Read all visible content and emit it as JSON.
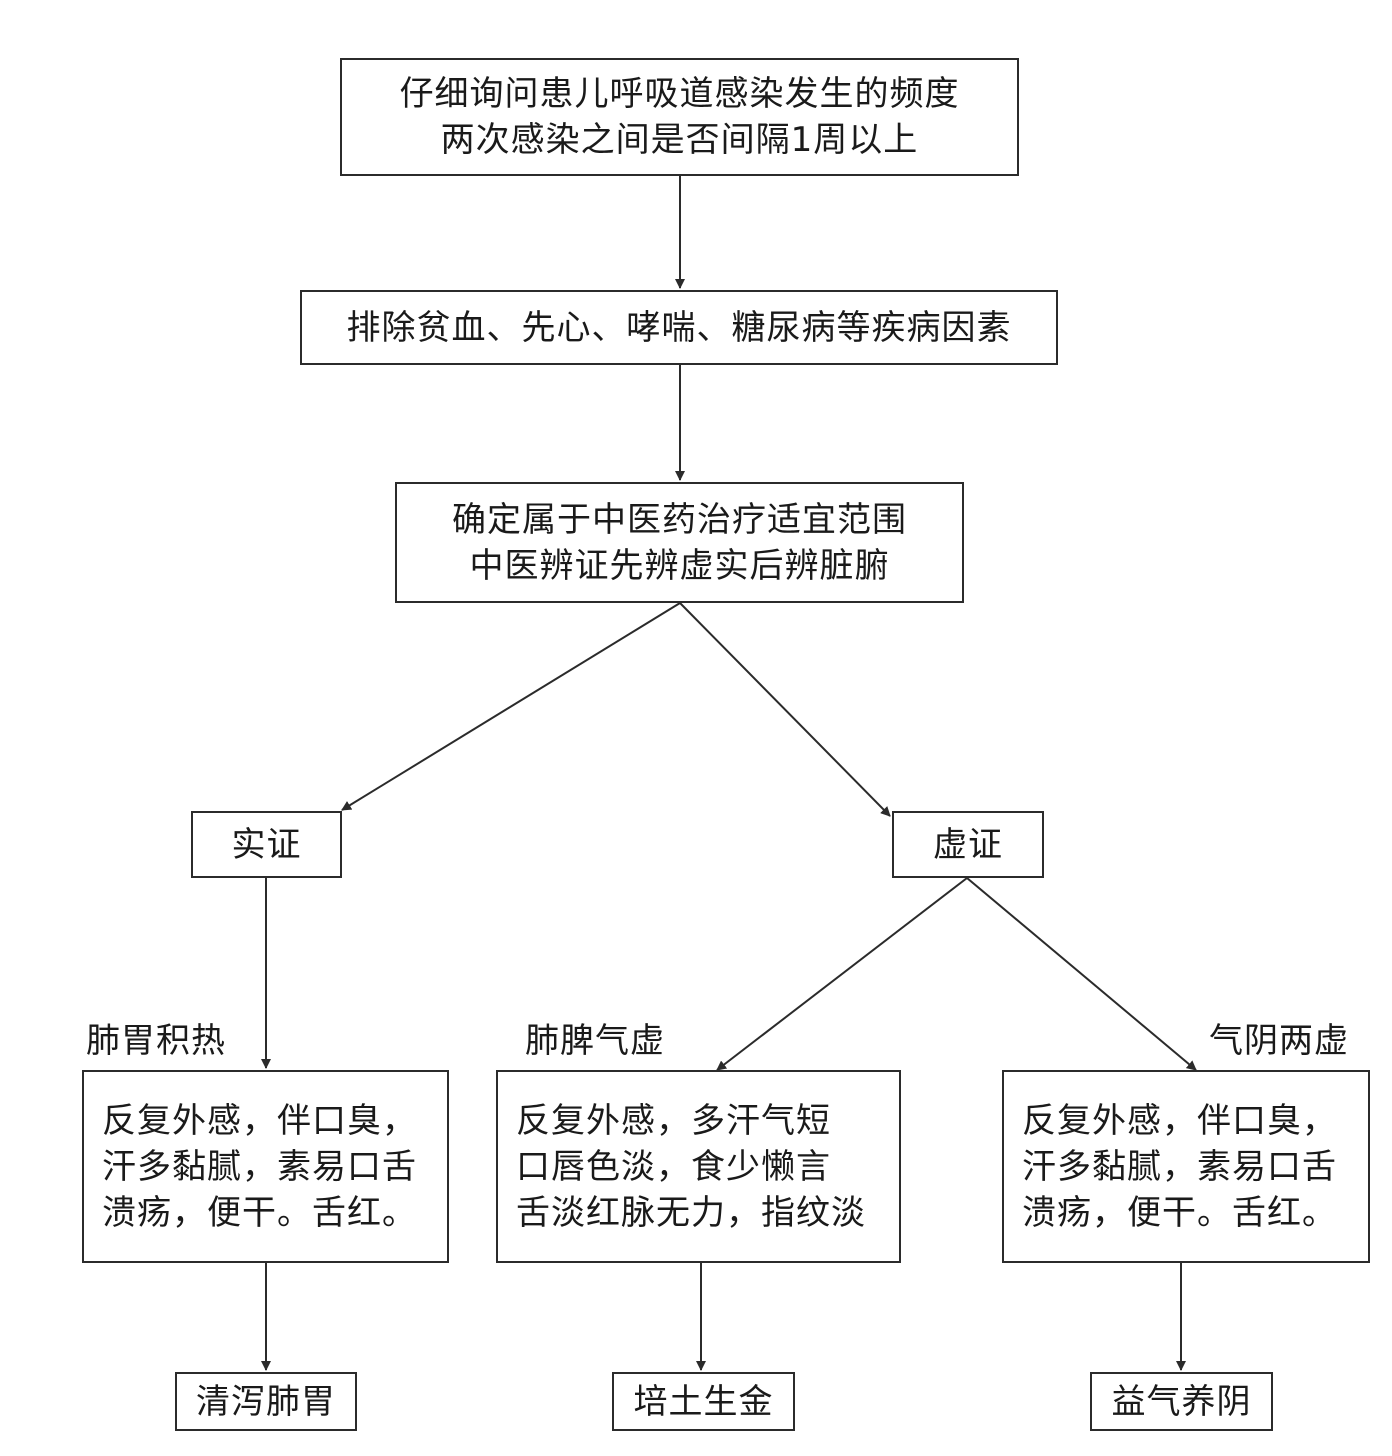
{
  "nodes": {
    "inquiry": {
      "lines": [
        "仔细询问患儿呼吸道感染发生的频度",
        "两次感染之间是否间隔1周以上"
      ]
    },
    "exclude": {
      "lines": [
        "排除贫血、先心、哮喘、糖尿病等疾病因素"
      ]
    },
    "confirm": {
      "lines": [
        "确定属于中医药治疗适宜范围",
        "中医辨证先辨虚实后辨脏腑"
      ]
    },
    "excess": {
      "lines": [
        "实证"
      ]
    },
    "deficiency": {
      "lines": [
        "虚证"
      ]
    },
    "lung_stomach_desc": {
      "lines": [
        "反复外感，伴口臭，",
        "汗多黏腻，素易口舌",
        "溃疡，便干。舌红。"
      ]
    },
    "lung_spleen_desc": {
      "lines": [
        "反复外感，多汗气短",
        "口唇色淡，食少懒言",
        "舌淡红脉无力，指纹淡"
      ]
    },
    "qi_yin_desc": {
      "lines": [
        "反复外感，伴口臭，",
        "汗多黏腻，素易口舌",
        "溃疡，便干。舌红。"
      ]
    },
    "treat_clear": {
      "lines": [
        "清泻肺胃"
      ]
    },
    "treat_earth": {
      "lines": [
        "培土生金"
      ]
    },
    "treat_nourish": {
      "lines": [
        "益气养阴"
      ]
    }
  },
  "labels": {
    "lung_stomach_heat": "肺胃积热",
    "lung_spleen_qi_def": "肺脾气虚",
    "qi_yin_def": "气阴两虚"
  },
  "colors": {
    "line": "#2b2b2b",
    "text": "#1a1a1a",
    "background": "#ffffff"
  }
}
